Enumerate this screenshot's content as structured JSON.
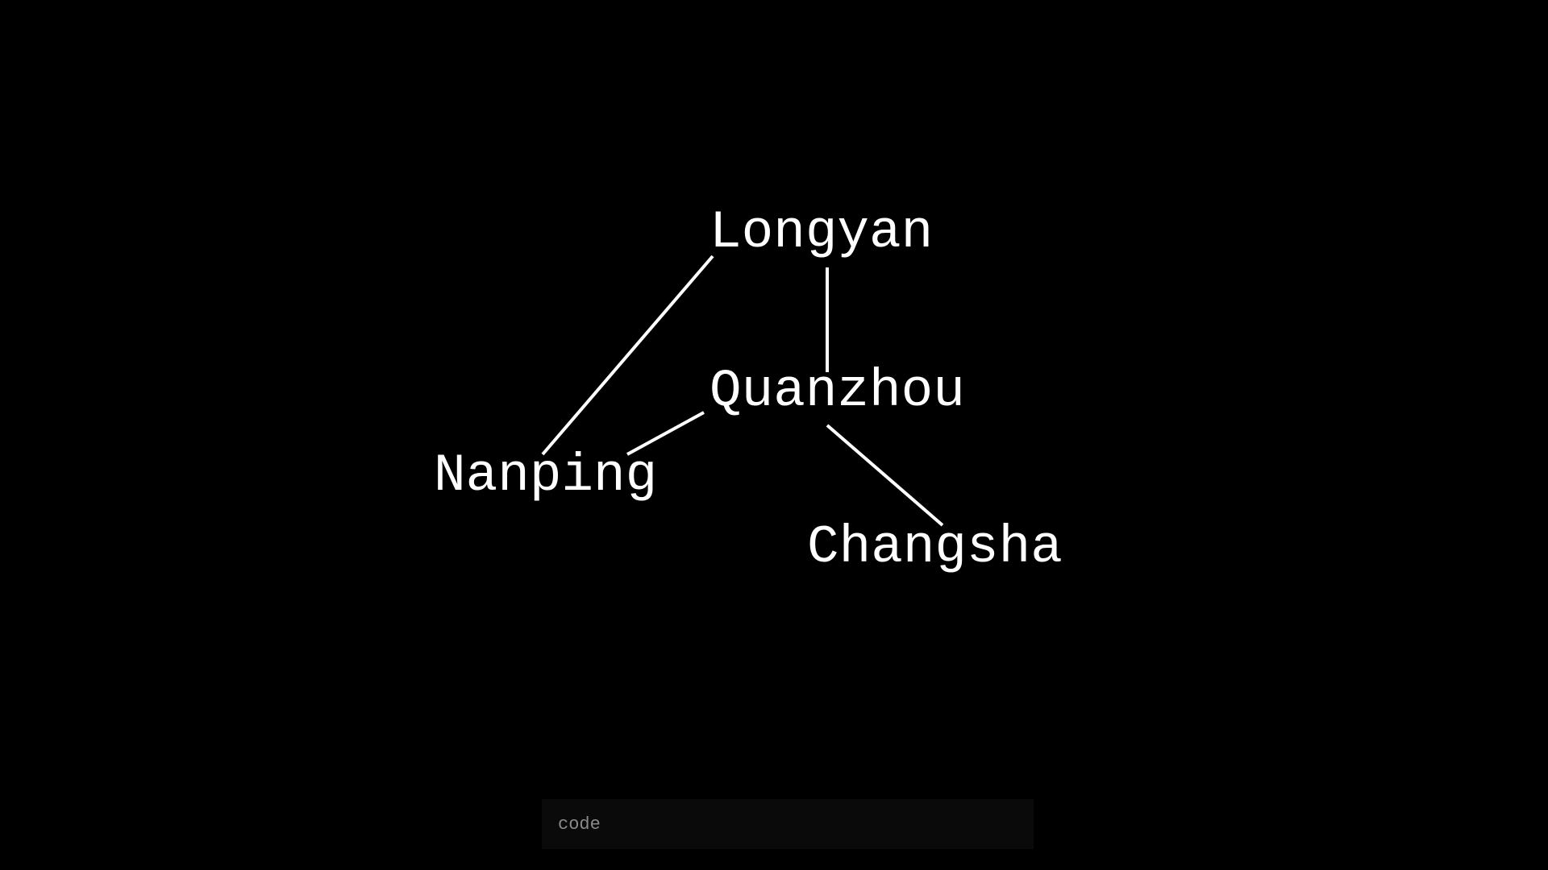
{
  "graph": {
    "nodes": [
      {
        "id": "longyan",
        "label": "Longyan"
      },
      {
        "id": "quanzhou",
        "label": "Quanzhou"
      },
      {
        "id": "nanping",
        "label": "Nanping"
      },
      {
        "id": "changsha",
        "label": "Changsha"
      }
    ],
    "edges": [
      {
        "from": "longyan",
        "to": "nanping"
      },
      {
        "from": "longyan",
        "to": "quanzhou"
      },
      {
        "from": "quanzhou",
        "to": "nanping"
      },
      {
        "from": "quanzhou",
        "to": "changsha"
      }
    ]
  },
  "code_input": {
    "placeholder": "code",
    "value": ""
  },
  "colors": {
    "background": "#000000",
    "foreground": "#ffffff",
    "input_background": "#0a0a0a"
  }
}
